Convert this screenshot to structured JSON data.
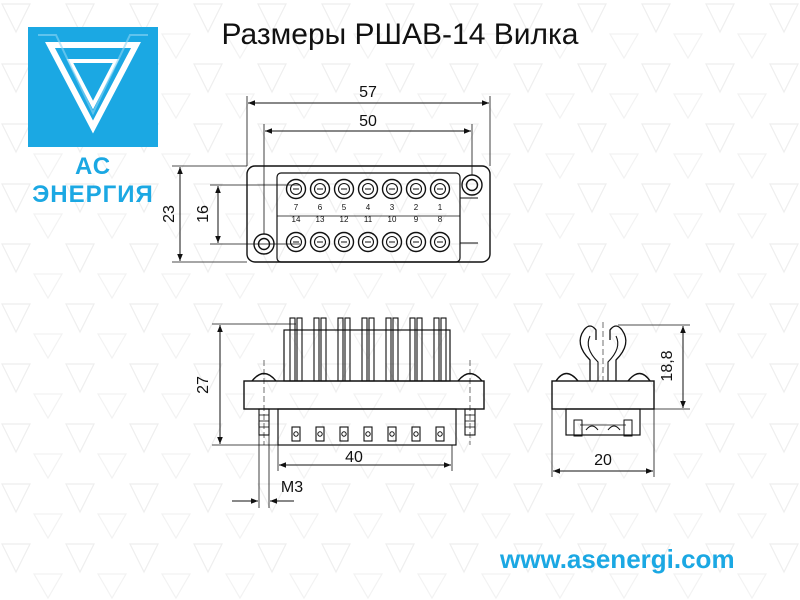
{
  "page": {
    "title": "Размеры РШАВ-14 Вилка",
    "website": "www.asenergi.com"
  },
  "logo": {
    "text": "АС ЭНЕРГИЯ",
    "color": "#1ba8e3"
  },
  "top_view": {
    "dims": {
      "overall_width": "57",
      "pitch_width": "50",
      "overall_height": "23",
      "row_spacing": "16"
    },
    "top_row_labels": [
      "7",
      "6",
      "5",
      "4",
      "3",
      "2",
      "1"
    ],
    "bottom_row_labels": [
      "14",
      "13",
      "12",
      "11",
      "10",
      "9",
      "8"
    ]
  },
  "side_view": {
    "dims": {
      "height": "27",
      "pin_span": "40",
      "thread": "M3"
    }
  },
  "end_view": {
    "dims": {
      "height": "18,8",
      "width": "20"
    }
  }
}
